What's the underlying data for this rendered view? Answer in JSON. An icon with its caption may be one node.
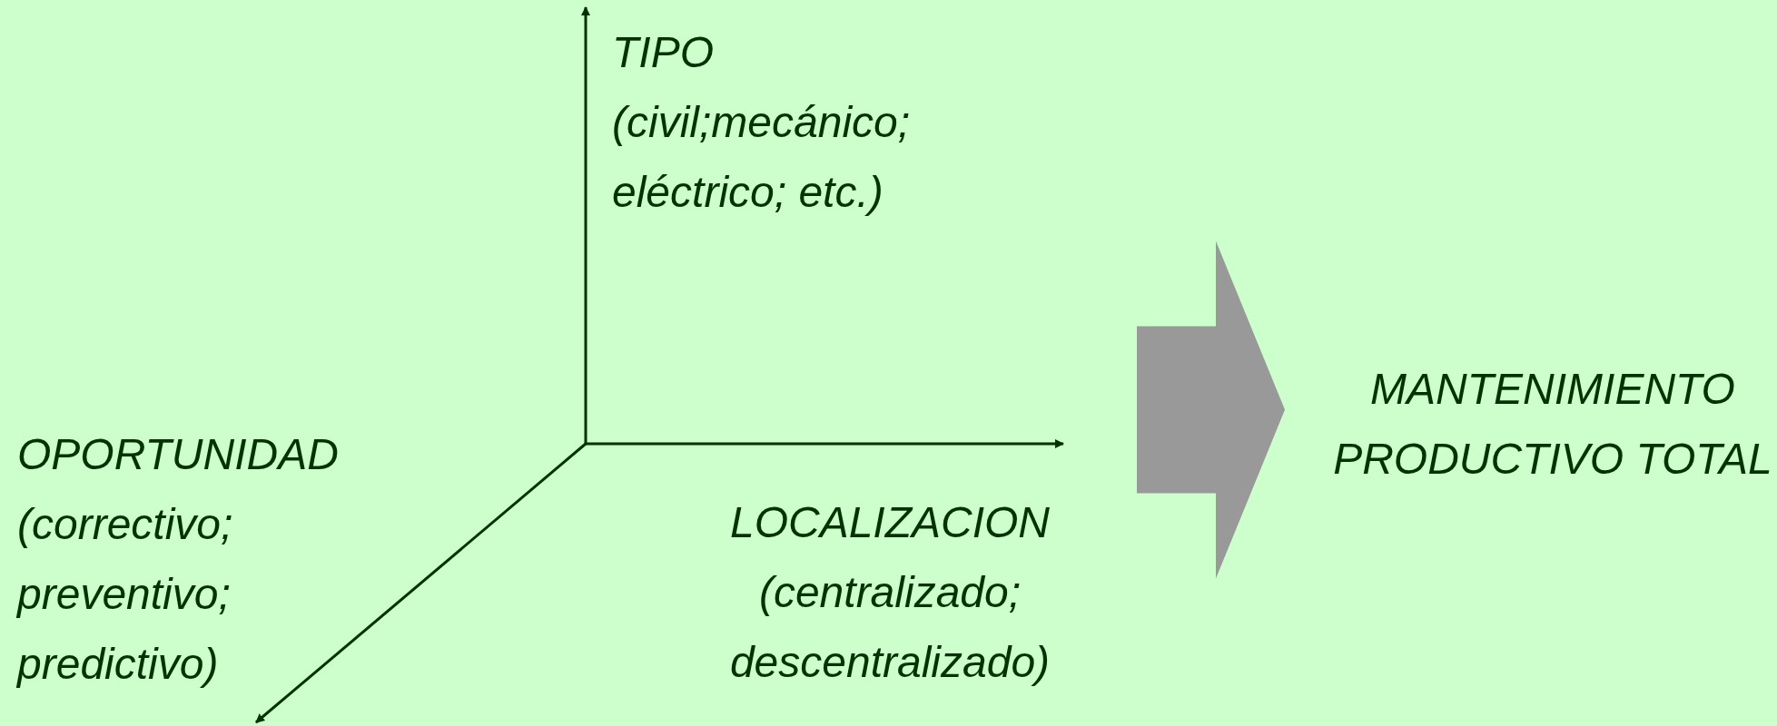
{
  "diagram": {
    "nodes": [
      {
        "text": [],
        "shape": "picture"
      },
      {
        "text": [
          "MANTENIMIENTO PRODUCTIVO TOTAL"
        ]
      }
    ],
    "edges": [
      {
        "from": 0,
        "to": 1,
        "arrow": "to",
        "style": "thick"
      }
    ],
    "labels": [
      "TIPO",
      "(civil;mecánico; eléctrico; etc.)",
      "OPORTUNIDAD",
      "(correctivo; preventivo; predictivo)",
      "LOCALIZACION",
      "(centralizado; descentralizado)"
    ]
  }
}
